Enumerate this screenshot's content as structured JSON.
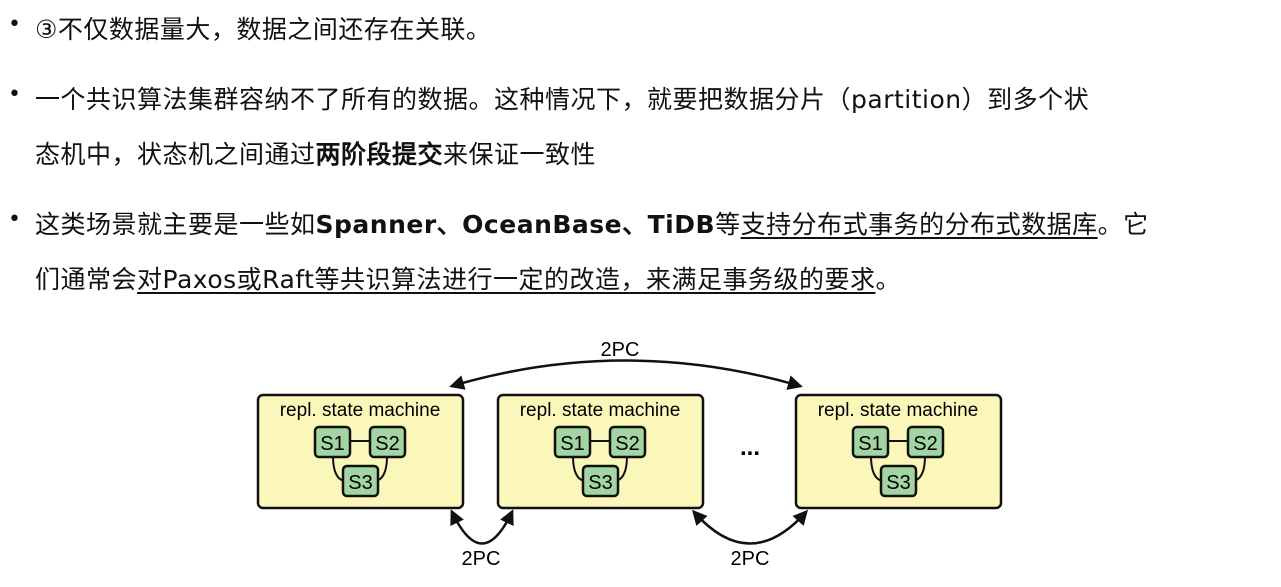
{
  "bullets": [
    {
      "lines": [
        {
          "t1": "③不仅数据量大，数据之间还存在关联。"
        }
      ]
    },
    {
      "line1": "一个共识算法集群容纳不了所有的数据。这种情况下，就要把数据分片（partition）到多个状",
      "line2_a": "态机中，状态机之间通过",
      "line2_bold": "两阶段提交",
      "line2_b": "来保证一致性"
    },
    {
      "line1_a": "这类场景就主要是一些如",
      "line1_bold": "Spanner、OceanBase、TiDB",
      "line1_b": "等",
      "line1_u": "支持分布式事务的分布式数据库",
      "line1_c": "。它",
      "line2_a": "们通常会",
      "line2_u": "对Paxos或Raft等共识算法进行一定的改造，来满足事务级的要求",
      "line2_b": "。"
    }
  ],
  "diagram": {
    "box_label": "repl. state machine",
    "nodes": [
      "S1",
      "S2",
      "S3"
    ],
    "ellipsis": "...",
    "top_label": "2PC",
    "bottom_labels": [
      "2PC",
      "2PC"
    ],
    "colors": {
      "box": "#fbf6b9",
      "node": "#a2d4a4",
      "stroke": "#111111"
    }
  }
}
